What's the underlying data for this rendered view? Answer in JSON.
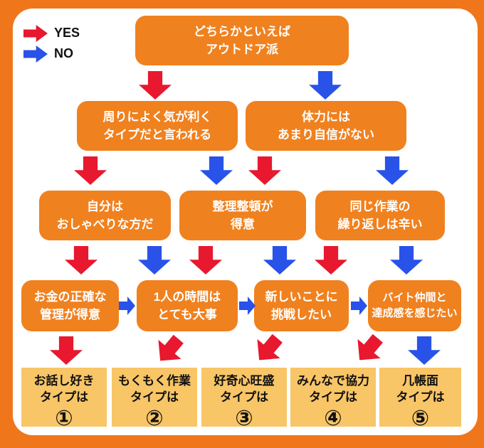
{
  "legend": {
    "yes": "YES",
    "no": "NO"
  },
  "flow": {
    "q1": "どちらかといえば\nアウトドア派",
    "q2a": "周りによく気が利く\nタイプだと言われる",
    "q2b": "体力には\nあまり自信がない",
    "q3a": "自分は\nおしゃべりな方だ",
    "q3b": "整理整頓が\n得意",
    "q3c": "同じ作業の\n繰り返しは辛い",
    "q4a": "お金の正確な\n管理が得意",
    "q4b": "1人の時間は\nとても大事",
    "q4c": "新しいことに\n挑戦したい",
    "q4d": "バイト仲間と\n達成感を感じたい"
  },
  "results": [
    {
      "label": "お話し好き\nタイプは",
      "number": "①"
    },
    {
      "label": "もくもく作業\nタイプは",
      "number": "②"
    },
    {
      "label": "好奇心旺盛\nタイプは",
      "number": "③"
    },
    {
      "label": "みんなで協力\nタイプは",
      "number": "④"
    },
    {
      "label": "几帳面\nタイプは",
      "number": "⑤"
    }
  ],
  "colors": {
    "frame_orange": "#F0761C",
    "box_orange": "#F0811F",
    "yes_red": "#E8182F",
    "no_blue": "#2952E8",
    "result_yellow": "#F8C567",
    "box_text": "#FFFFFF",
    "result_text": "#111111"
  }
}
